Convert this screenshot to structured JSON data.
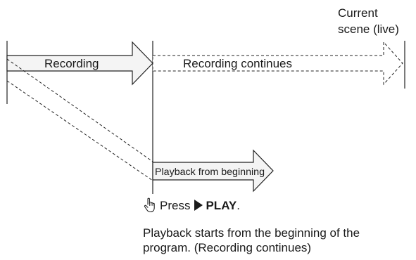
{
  "labels": {
    "current_scene_line1": "Current",
    "current_scene_line2": "scene (live)",
    "recording": "Recording",
    "recording_continues": "Recording continues",
    "playback_from_beginning": "Playback from beginning"
  },
  "instruction": {
    "press": "Press",
    "play": "PLAY",
    "period": ".",
    "icon": "hand-pointer-icon"
  },
  "caption": {
    "line1": "Playback starts from the beginning of the",
    "line2": "program. (Recording continues)"
  },
  "colors": {
    "arrow_fill": "#f4f4f4",
    "stroke": "#222222"
  }
}
